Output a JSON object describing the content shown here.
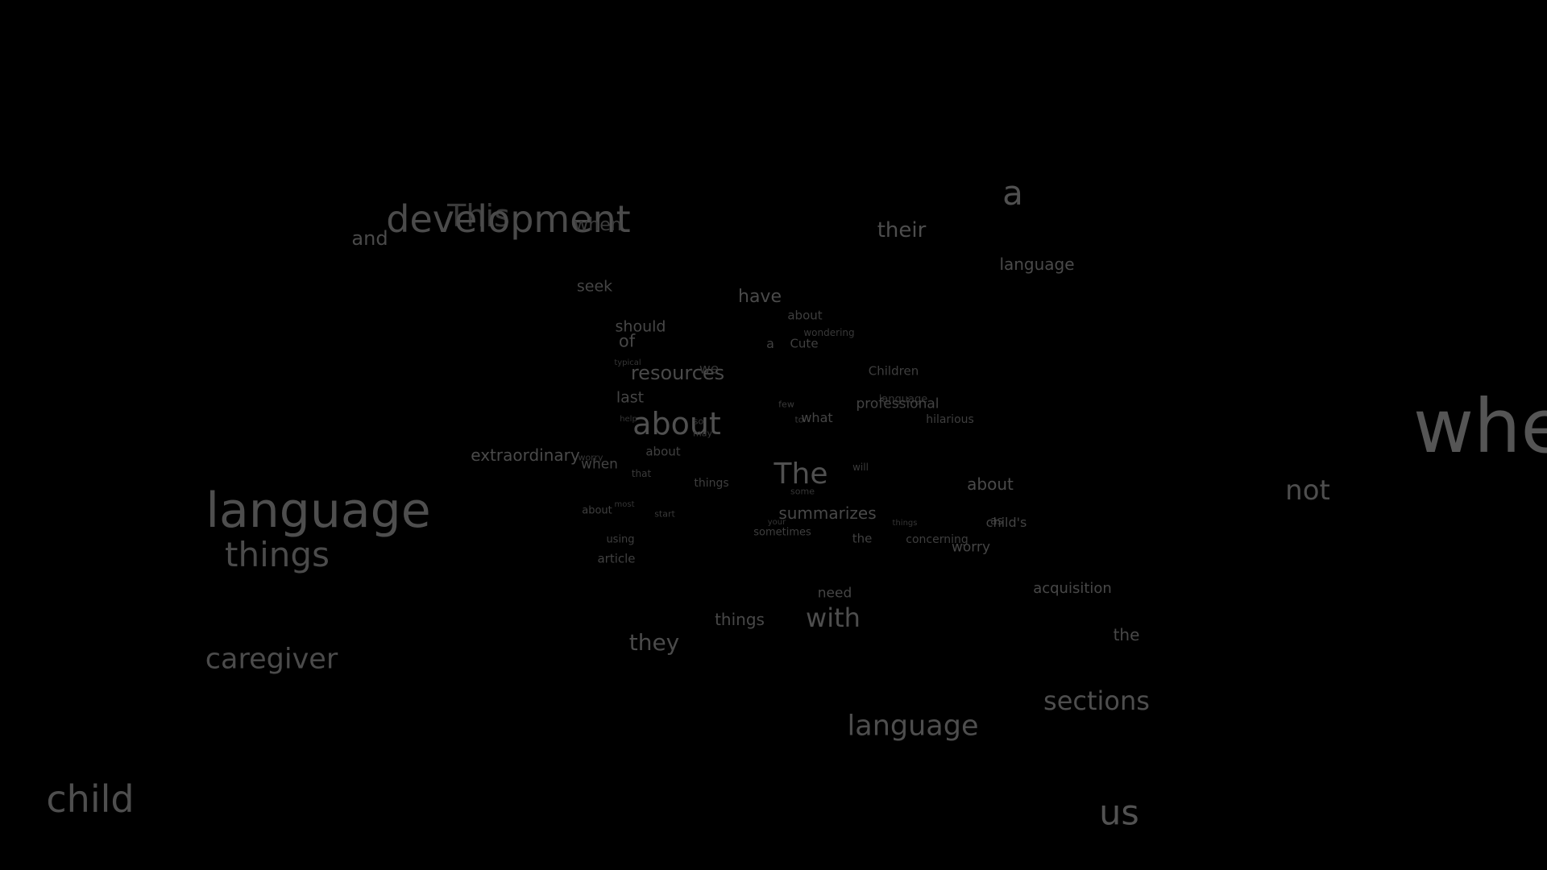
{
  "colors": {
    "background": "#000000",
    "text": "#4a4a4a"
  },
  "words": [
    "This",
    "development",
    "when",
    "and",
    "their",
    "a",
    "language",
    "seek",
    "have",
    "about",
    "wondering",
    "should",
    "of",
    "a",
    "Cute",
    "typical",
    "resources",
    "we",
    "Children",
    "last",
    "language",
    "professional",
    "few",
    "hilarious",
    "about",
    "help",
    "so",
    "may",
    "to",
    "what",
    "extraordinary",
    "when",
    "worry",
    "about",
    "will",
    "that",
    "things",
    "The",
    "about",
    "some",
    "about",
    "most",
    "start",
    "summarizes",
    "things",
    "your",
    "as",
    "child's",
    "sometimes",
    "the",
    "concerning",
    "using",
    "worry",
    "article",
    "language",
    "things",
    "need",
    "acquisition",
    "things",
    "with",
    "the",
    "they",
    "caregiver",
    "sections",
    "language",
    "child",
    "us",
    "whe",
    "not"
  ]
}
